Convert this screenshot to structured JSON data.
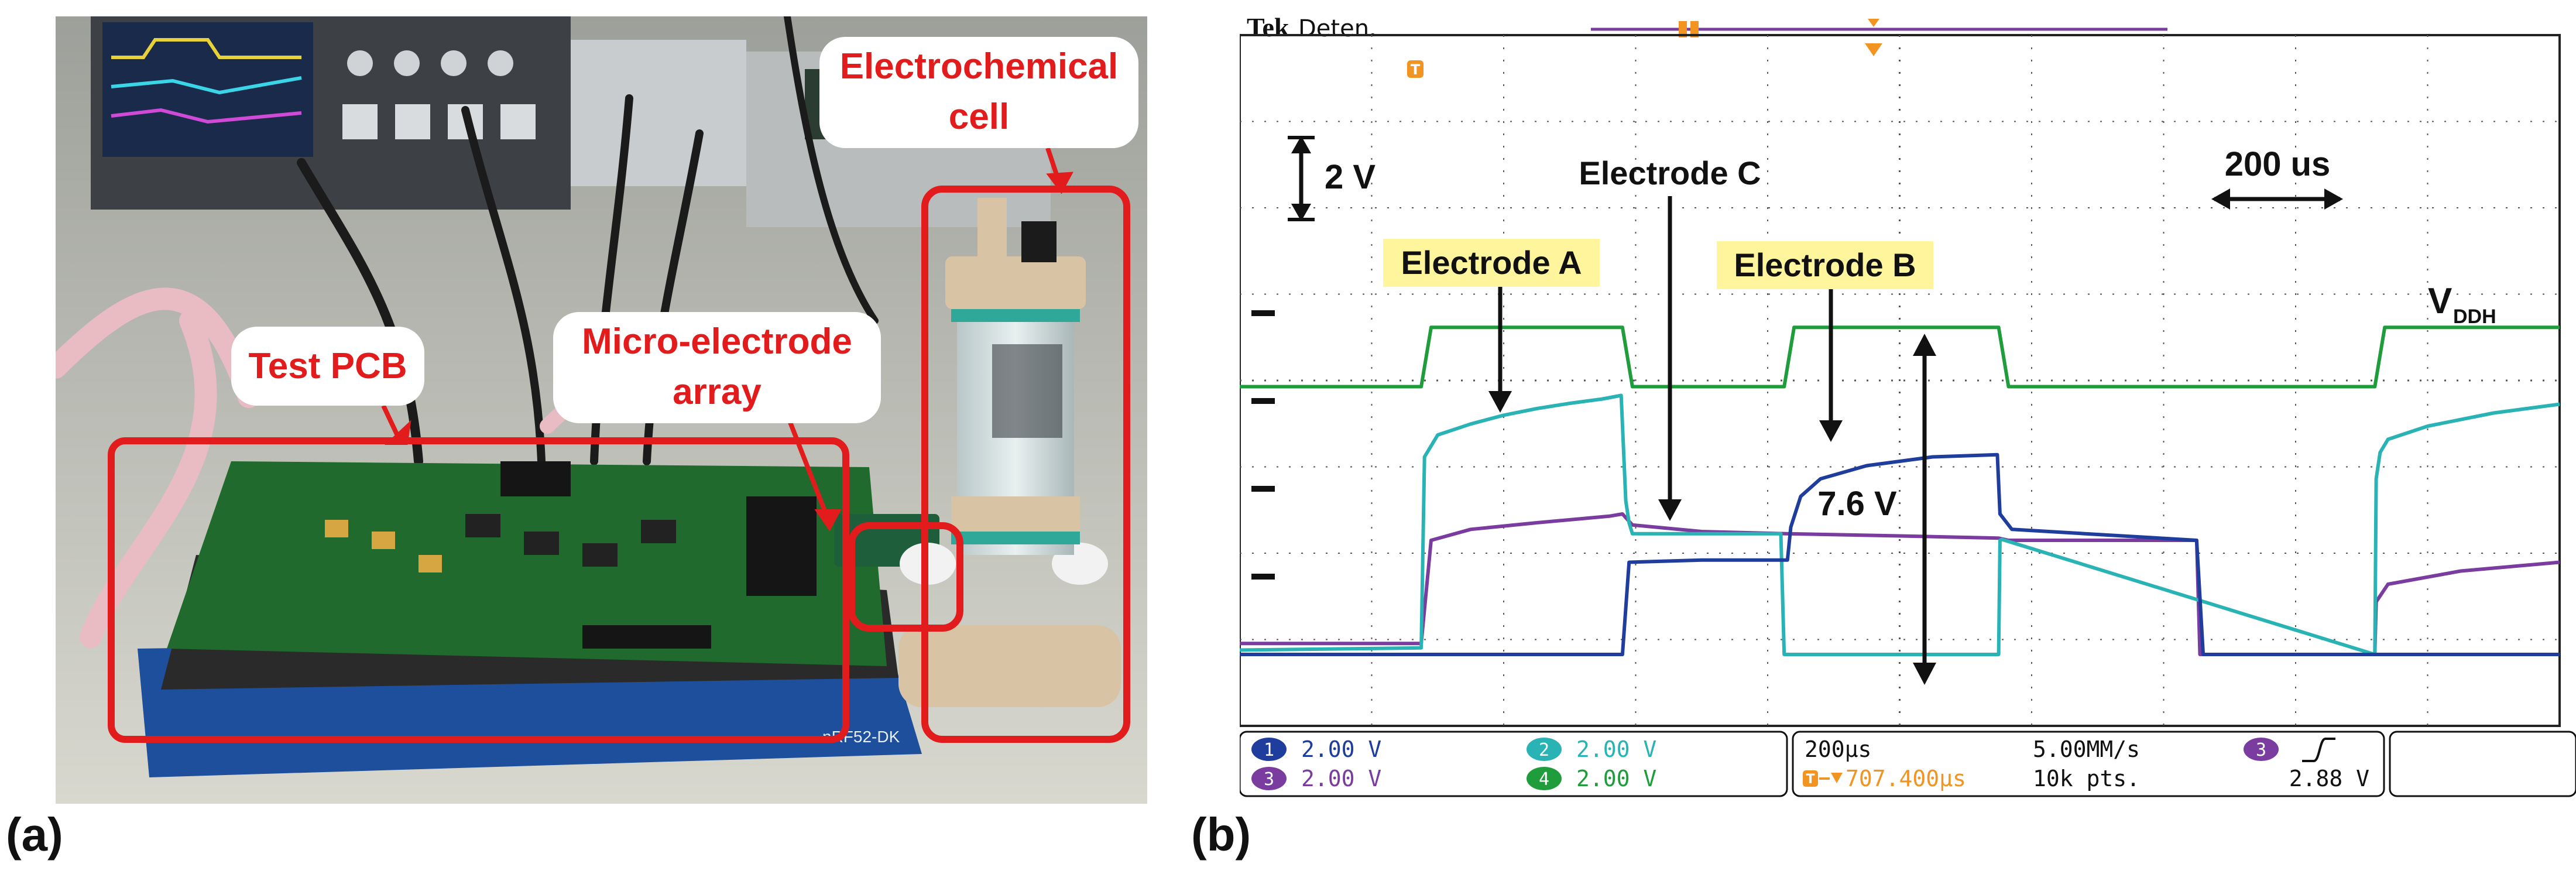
{
  "panel_a": {
    "label": "(a)",
    "callouts": {
      "electrochemical_cell": [
        "Electrochemical",
        "cell"
      ],
      "test_pcb": "Test PCB",
      "micro_electrode_array": [
        "Micro-electrode",
        "array"
      ]
    },
    "board_silkscreen": "nRF52-DK",
    "colors": {
      "annotation_red": "#e21c1c",
      "pcb_green": "#1f6a2c",
      "board_blue": "#1d4f9c"
    }
  },
  "panel_b": {
    "label": "(b)",
    "scope_header": {
      "brand": "Tek",
      "status": "Deten."
    },
    "channel_markers": [
      "1",
      "2",
      "3",
      "4"
    ],
    "annotations": {
      "volt_scale": "2 V",
      "time_scale": "200 us",
      "electrode_a": "Electrode A",
      "electrode_b": "Electrode B",
      "electrode_c": "Electrode C",
      "vddh_main": "V",
      "vddh_sub": "DDH",
      "step_amplitude": "7.6 V"
    },
    "status_bar": {
      "ch1_num": "1",
      "ch1_scale": "2.00 V",
      "ch2_num": "2",
      "ch2_scale": "2.00 V",
      "ch3_num": "3",
      "ch3_scale": "2.00 V",
      "ch4_num": "4",
      "ch4_scale": "2.00 V",
      "timebase": "200µs",
      "sample_rate": "5.00MM/s",
      "trigger_position": "707.400µs",
      "record_length": "10k pts.",
      "trigger_channel": "3",
      "trigger_level": "2.88 V"
    },
    "colors": {
      "ch1": "#1e3d9c",
      "ch2": "#29b3b5",
      "ch3": "#7a3c9e",
      "ch4": "#1f9c3c",
      "highlight": "#fff59d",
      "grid": "#555555",
      "trigger_orange": "#f29421"
    }
  },
  "chart_data": {
    "type": "line",
    "title": "",
    "xlabel": "",
    "ylabel": "",
    "x_unit": "µs",
    "y_unit": "V",
    "xlim": [
      0,
      2000
    ],
    "grid": true,
    "series": [
      {
        "name": "V_DDH",
        "channel": 4,
        "x": [
          0,
          275,
          290,
          580,
          595,
          825,
          840,
          1150,
          1165,
          1720,
          1735,
          2000
        ],
        "y": [
          6.1,
          6.1,
          7.45,
          7.45,
          6.1,
          6.1,
          7.45,
          7.45,
          6.1,
          6.1,
          7.45,
          7.45
        ]
      },
      {
        "name": "Electrode A",
        "channel": 2,
        "x": [
          0,
          275,
          280,
          300,
          350,
          400,
          450,
          500,
          550,
          578,
          585,
          590,
          595,
          820,
          825,
          832,
          845,
          900,
          1000,
          1100,
          1150,
          1152,
          1155,
          1720,
          1722,
          1728,
          1740,
          1800,
          1900,
          2000
        ],
        "y": [
          0.1,
          0.15,
          4.5,
          5.0,
          5.25,
          5.45,
          5.6,
          5.72,
          5.82,
          5.9,
          3.5,
          3.0,
          2.75,
          2.75,
          0.0,
          0.0,
          0.0,
          0.0,
          0.0,
          0.0,
          0.0,
          2.6,
          2.62,
          0.0,
          4.0,
          4.6,
          4.9,
          5.2,
          5.5,
          5.7
        ]
      },
      {
        "name": "Electrode B",
        "channel": 1,
        "x": [
          0,
          290,
          580,
          590,
          700,
          830,
          835,
          850,
          880,
          950,
          1050,
          1148,
          1152,
          1170,
          1450,
          1460,
          2000
        ],
        "y": [
          0.0,
          0.0,
          0.0,
          2.1,
          2.15,
          2.15,
          2.9,
          3.6,
          4.0,
          4.3,
          4.5,
          4.55,
          3.2,
          2.85,
          2.6,
          0.0,
          0.0
        ]
      },
      {
        "name": "Electrode C",
        "channel": 3,
        "x": [
          0,
          275,
          290,
          350,
          450,
          560,
          580,
          595,
          700,
          830,
          1000,
          1150,
          1165,
          1450,
          1455,
          1720,
          1722,
          1740,
          1850,
          2000
        ],
        "y": [
          0.25,
          0.25,
          2.6,
          2.85,
          3.0,
          3.15,
          3.2,
          2.95,
          2.8,
          2.75,
          2.7,
          2.65,
          2.6,
          2.6,
          0.0,
          0.0,
          1.2,
          1.6,
          1.9,
          2.1
        ]
      }
    ]
  }
}
